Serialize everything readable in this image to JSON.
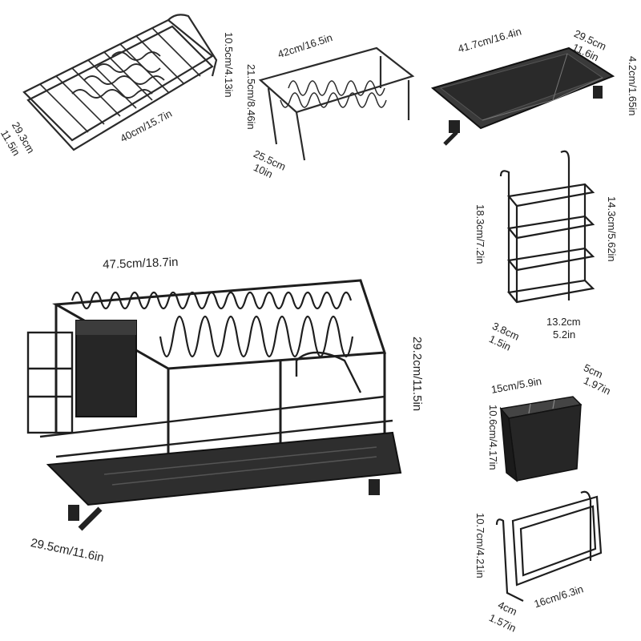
{
  "parts": {
    "upper_rack": {
      "name": "upper-dish-rack",
      "width": "40cm/15.7in",
      "depth": "29.3cm",
      "depth_in": "11.5in",
      "height": "10.5cm/4.13in"
    },
    "cup_rack": {
      "name": "small-dish-rack",
      "width": "42cm/16.5in",
      "height": "21.5cm/8.46in",
      "depth": "25.5cm",
      "depth_in": "10in"
    },
    "drip_tray": {
      "name": "drip-tray",
      "width": "41.7cm/16.4in",
      "depth": "29.5cm",
      "depth_in": "11.6in",
      "height": "4.2cm/1.65in"
    },
    "main_rack": {
      "name": "assembled-dish-rack",
      "width": "47.5cm/18.7in",
      "height": "29.2cm/11.5in",
      "depth": "29.5cm/11.6in"
    },
    "cutting_board_holder": {
      "name": "board-holder",
      "height_outer": "18.3cm/7.2in",
      "height_inner": "14.3cm/5.62in",
      "depth": "3.8cm",
      "depth_in": "1.5in",
      "width": "13.2cm",
      "width_in": "5.2in"
    },
    "utensil_cup": {
      "name": "utensil-holder",
      "width": "15cm/5.9in",
      "depth": "5cm",
      "depth_in": "1.97in",
      "height": "10.6cm/4.17in"
    },
    "lid_holder": {
      "name": "pot-lid-holder",
      "height": "10.7cm/4.21in",
      "width": "16cm/6.3in",
      "depth": "4cm",
      "depth_in": "1.57in"
    }
  },
  "colors": {
    "metal": "#2b2b2b",
    "tray": "#3a3a3a",
    "outline": "#111111"
  }
}
